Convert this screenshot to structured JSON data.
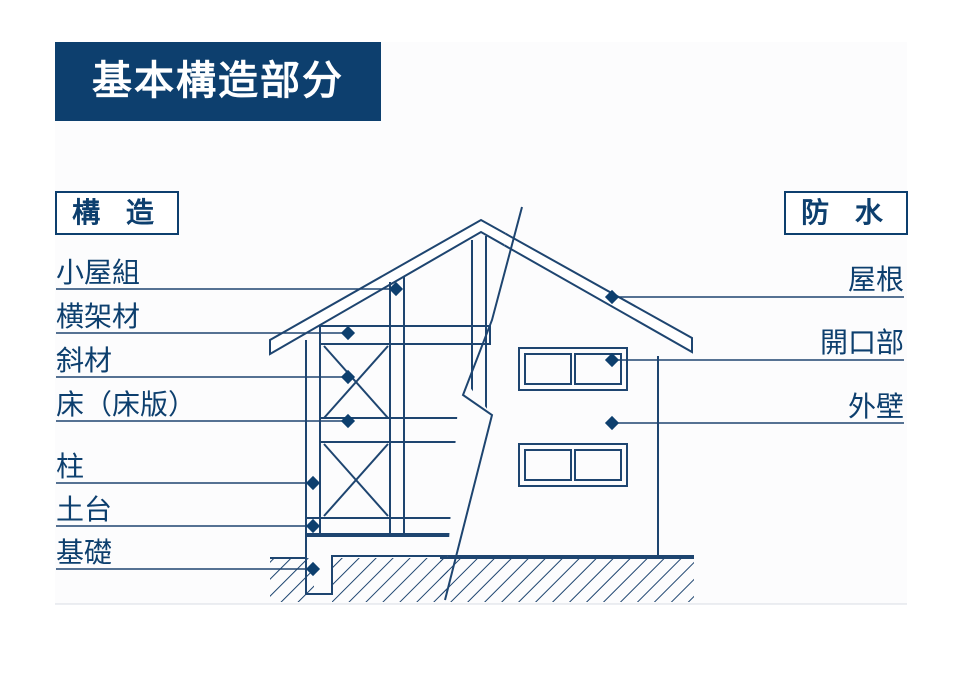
{
  "title": "基本構造部分",
  "groups": {
    "structure": "構 造",
    "waterproof": "防 水"
  },
  "structure_labels": [
    "小屋組",
    "横架材",
    "斜材",
    "床（床版）",
    "柱",
    "土台",
    "基礎"
  ],
  "waterproof_labels": [
    "屋根",
    "開口部",
    "外壁"
  ],
  "colors": {
    "navy": "#0d3f6e",
    "line": "#1e4570",
    "background": "#ffffff"
  }
}
